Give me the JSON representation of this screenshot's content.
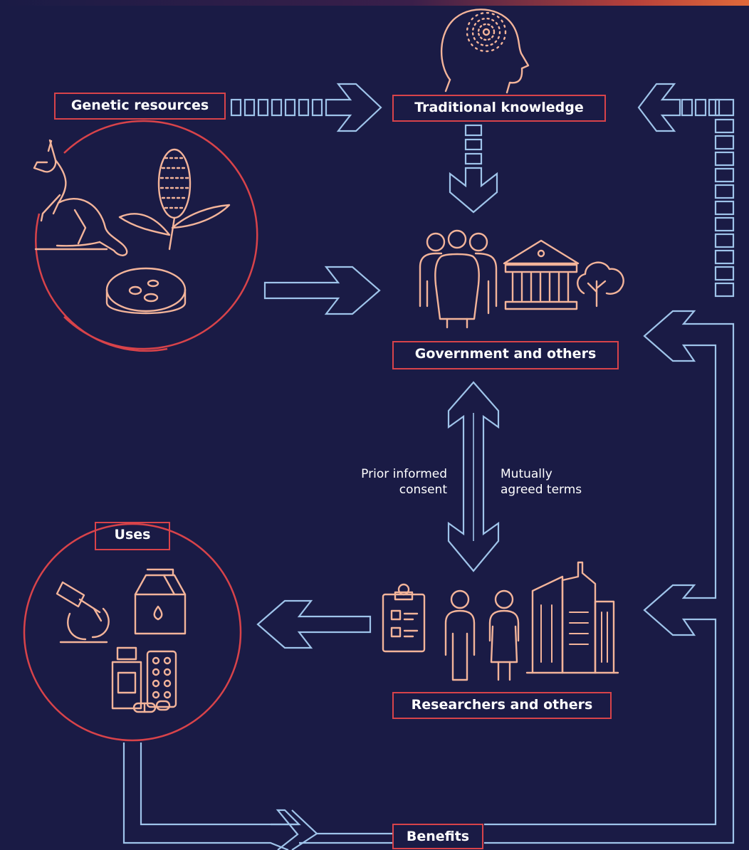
{
  "labels": {
    "genetic_resources": "Genetic resources",
    "traditional_knowledge": "Traditional knowledge",
    "government": "Government and others",
    "researchers": "Researchers and others",
    "uses": "Uses",
    "benefits": "Benefits"
  },
  "captions": {
    "prior_line1": "Prior informed",
    "prior_line2": "consent",
    "mutual_line1": "Mutually",
    "mutual_line2": "agreed terms"
  },
  "colors": {
    "background": "#1a1b45",
    "arrow_stroke": "#9fc4ea",
    "icon_stroke": "#f3b49a",
    "accent_red": "#d8434a",
    "text": "#ffffff"
  },
  "icons": [
    "head-icon",
    "kangaroo-icon",
    "banksia-flower-icon",
    "petri-dish-icon",
    "people-group-icon",
    "government-building-icon",
    "tree-icon",
    "clipboard-icon",
    "researcher-pair-icon",
    "city-buildings-icon",
    "microscope-icon",
    "milk-carton-icon",
    "medicine-bottle-icon",
    "pill-pack-icon"
  ]
}
